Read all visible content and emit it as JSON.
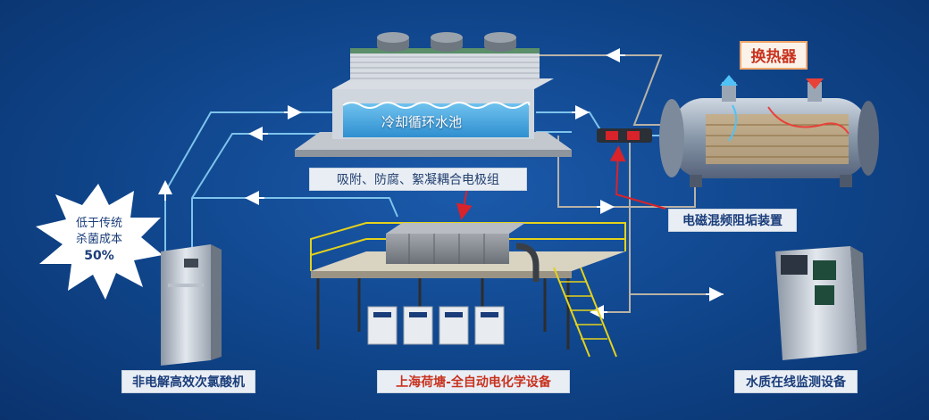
{
  "labels": {
    "heat_exchanger": "换热器",
    "cooling_pool": "冷却循环水池",
    "electrode_group": "吸附、防腐、絮凝耦合电极组",
    "emag_device": "电磁混频阻垢装置",
    "hypochlorite": "非电解高效次氯酸机",
    "shanghai_hetang": "上海荷塘-全自动电化学设备",
    "water_monitor": "水质在线监测设备"
  },
  "burst": {
    "line1": "低于传统",
    "line2": "杀菌成本",
    "value": "50%"
  },
  "colors": {
    "background": "#0f4489",
    "pipe_light": "#7ec3ec",
    "pipe_gray": "#b9b2a6",
    "arrow_red": "#d8232a",
    "label_red": "#c8331f",
    "label_blue": "#1a3d7a"
  }
}
